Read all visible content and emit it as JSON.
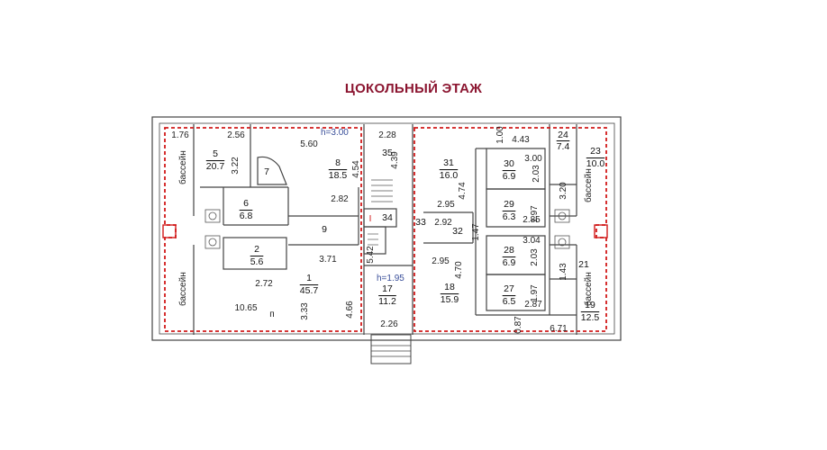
{
  "title": "ЦОКОЛЬНЫЙ ЭТАЖ",
  "heights": {
    "left": "h=3.00",
    "middle": "h=1.95"
  },
  "pool_label": "бассейн",
  "rooms": {
    "r1": {
      "no": "1",
      "area": "45.7"
    },
    "r2": {
      "no": "2",
      "area": "5.6"
    },
    "r5": {
      "no": "5",
      "area": "20.7"
    },
    "r6": {
      "no": "6",
      "area": "6.8"
    },
    "r7": {
      "no": "7"
    },
    "r8": {
      "no": "8",
      "area": "18.5"
    },
    "r9": {
      "no": "9"
    },
    "r17": {
      "no": "17",
      "area": "11.2"
    },
    "r18": {
      "no": "18",
      "area": "15.9"
    },
    "r19": {
      "no": "19",
      "area": "12.5"
    },
    "r21": {
      "no": "21"
    },
    "r23": {
      "no": "23",
      "area": "10.0"
    },
    "r24": {
      "no": "24",
      "area": "7.4"
    },
    "r27": {
      "no": "27",
      "area": "6.5"
    },
    "r28": {
      "no": "28",
      "area": "6.9"
    },
    "r29": {
      "no": "29",
      "area": "6.3"
    },
    "r30": {
      "no": "30",
      "area": "6.9"
    },
    "r31": {
      "no": "31",
      "area": "16.0"
    },
    "r32": {
      "no": "32"
    },
    "r33": {
      "no": "33"
    },
    "r34": {
      "no": "34"
    },
    "r35": {
      "no": "35"
    }
  },
  "dims": {
    "d176": "1.76",
    "d256": "2.56",
    "d560": "5.60",
    "d322": "3.22",
    "d454": "4.54",
    "d282": "2.82",
    "d371": "3.71",
    "d272": "2.72",
    "d1065": "10.65",
    "d333": "3.33",
    "d466": "4.66",
    "d228": "2.28",
    "d439": "4.39",
    "d542": "5.42",
    "d226": "2.26",
    "d100": "1.00",
    "d443": "4.43",
    "d474": "4.74",
    "d300": "3.00",
    "d203a": "2.03",
    "d320": "3.20",
    "d295a": "2.95",
    "d292": "2.92",
    "d147": "1.47",
    "d197a": "1.97",
    "d285": "2.85",
    "d304": "3.04",
    "d203b": "2.03",
    "d295b": "2.95",
    "d470": "4.70",
    "d143": "1.43",
    "d197b": "1.97",
    "d287": "2.87",
    "d087": "0.87",
    "d671": "6.71"
  },
  "marks": {
    "p": "п",
    "one": "I"
  },
  "colors": {
    "title": "#8b1530",
    "dash": "#d11a1a",
    "wall": "#444444"
  }
}
